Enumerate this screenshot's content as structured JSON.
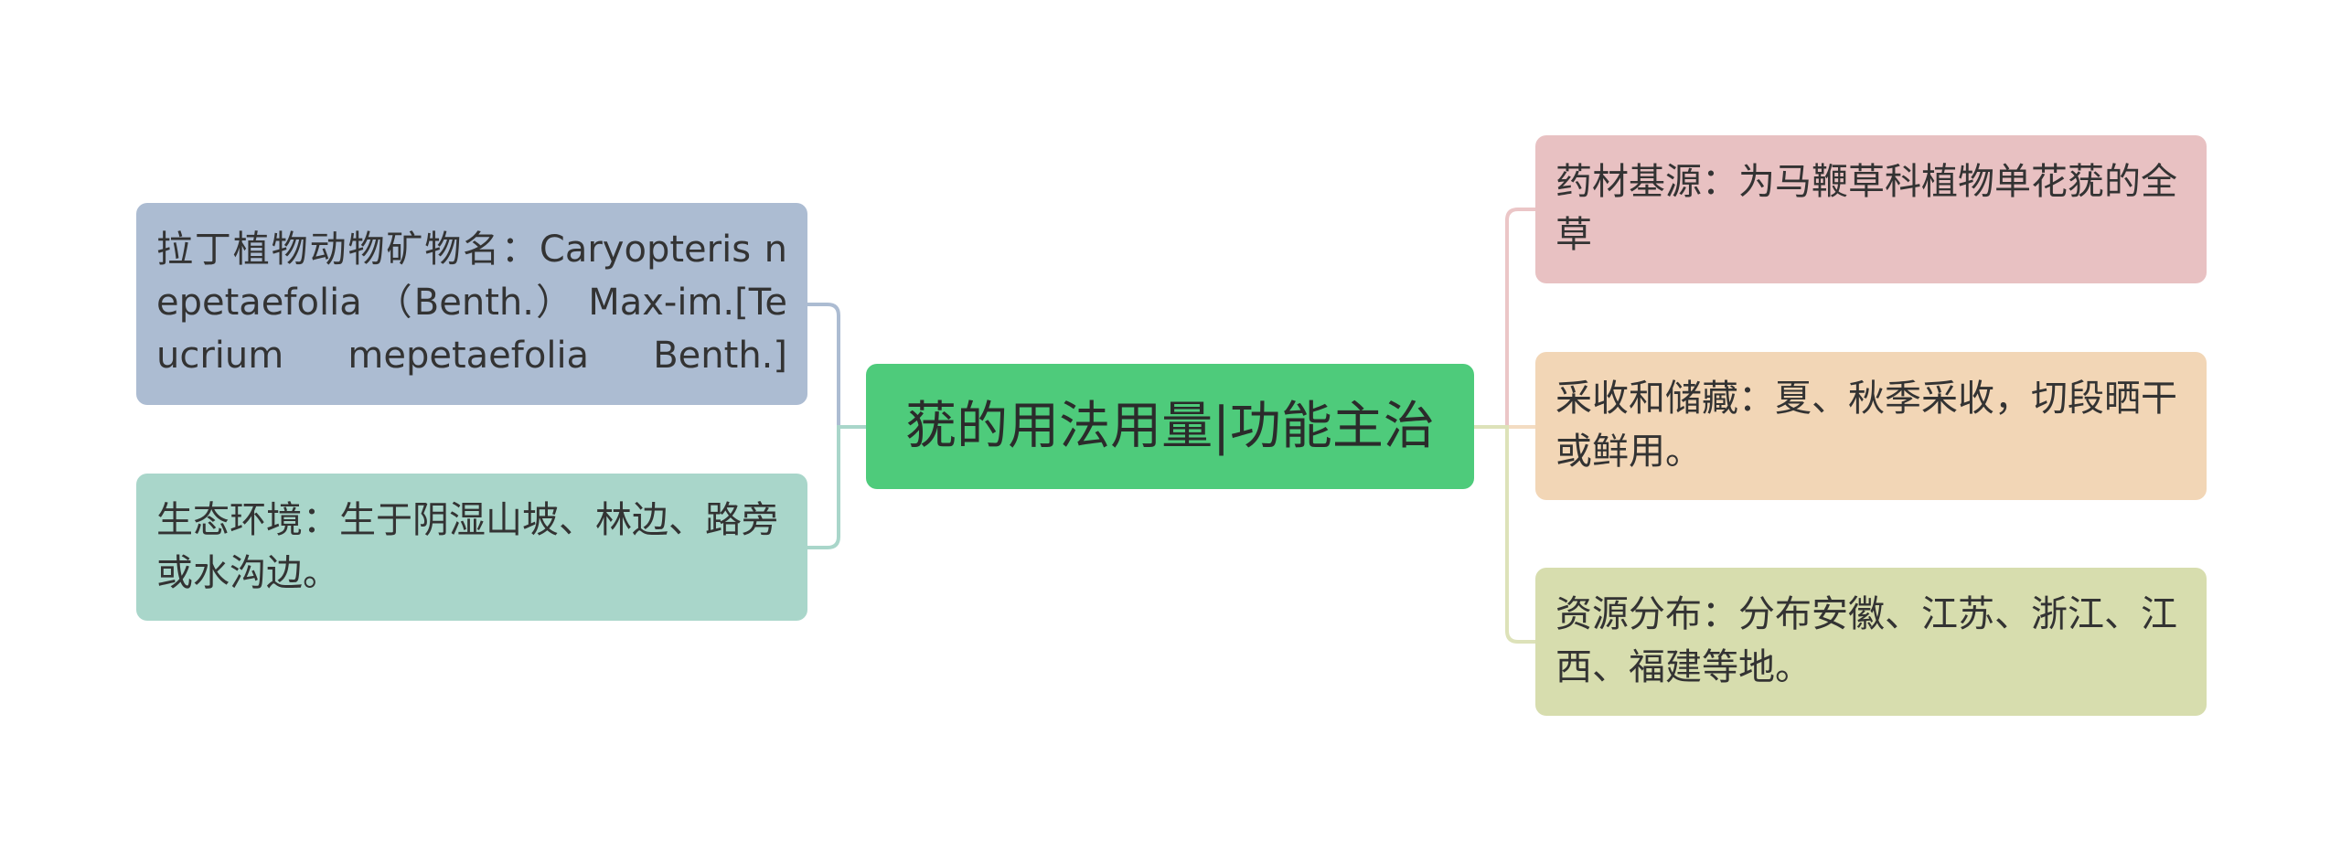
{
  "diagram": {
    "type": "mind-map",
    "root": {
      "label": "莸的用法用量|功能主治",
      "color": "#4ecb7b"
    },
    "left_branches": [
      {
        "label": "拉丁植物动物矿物名：Caryopteris nepetaefolia （Benth.） Max-im.[Teucrium mepetaefolia Benth.]",
        "color": "#acbcd2",
        "connector_color": "#acbcd2"
      },
      {
        "label": "生态环境：生于阴湿山坡、林边、路旁或水沟边。",
        "color": "#a9d6ca",
        "connector_color": "#a9d6ca"
      }
    ],
    "right_branches": [
      {
        "label": "药材基源：为马鞭草科植物单花莸的全草",
        "color": "#e8c1c2",
        "connector_color": "#ebc6c7"
      },
      {
        "label": "采收和储藏：夏、秋季采收，切段晒干或鲜用。",
        "color": "#f2d6b6",
        "connector_color": "#f3dcc2"
      },
      {
        "label": "资源分布：分布安徽、江苏、浙江、江西、福建等地。",
        "color": "#d7ddae",
        "connector_color": "#dde2b9"
      }
    ]
  }
}
